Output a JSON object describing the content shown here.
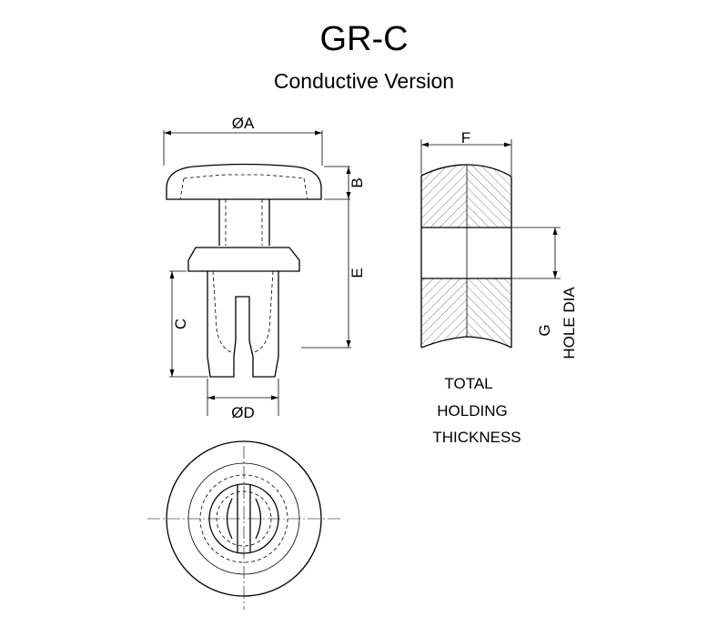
{
  "title": "GR-C",
  "subtitle": "Conductive Version",
  "dimensions": {
    "a": "ØA",
    "b": "B",
    "c": "C",
    "d": "ØD",
    "e": "E",
    "f": "F",
    "g": "G",
    "hole_dia": "HOLE DIA"
  },
  "thickness_label": [
    "TOTAL",
    "HOLDING",
    "THICKNESS"
  ]
}
